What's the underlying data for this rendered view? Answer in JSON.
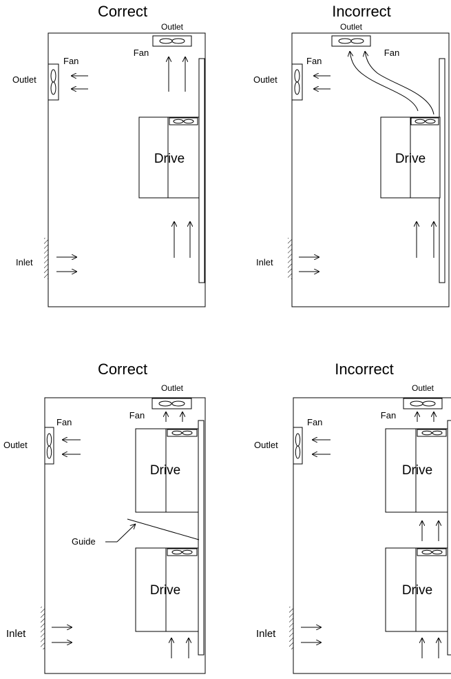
{
  "panels": [
    {
      "title": "Correct",
      "outlet_top": "Outlet",
      "fan_top": "Fan",
      "fan_side": "Fan",
      "outlet_side": "Outlet",
      "inlet": "Inlet",
      "drive": "Drive"
    },
    {
      "title": "Incorrect",
      "outlet_top": "Outlet",
      "fan_top": "Fan",
      "fan_side": "Fan",
      "outlet_side": "Outlet",
      "inlet": "Inlet",
      "drive": "Drive"
    },
    {
      "title": "Correct",
      "outlet_top": "Outlet",
      "fan_top": "Fan",
      "fan_side": "Fan",
      "outlet_side": "Outlet",
      "inlet": "Inlet",
      "drive_upper": "Drive",
      "drive_lower": "Drive",
      "guide": "Guide"
    },
    {
      "title": "Incorrect",
      "outlet_top": "Outlet",
      "fan_top": "Fan",
      "fan_side": "Fan",
      "outlet_side": "Outlet",
      "inlet": "Inlet",
      "drive_upper": "Drive",
      "drive_lower": "Drive"
    }
  ]
}
